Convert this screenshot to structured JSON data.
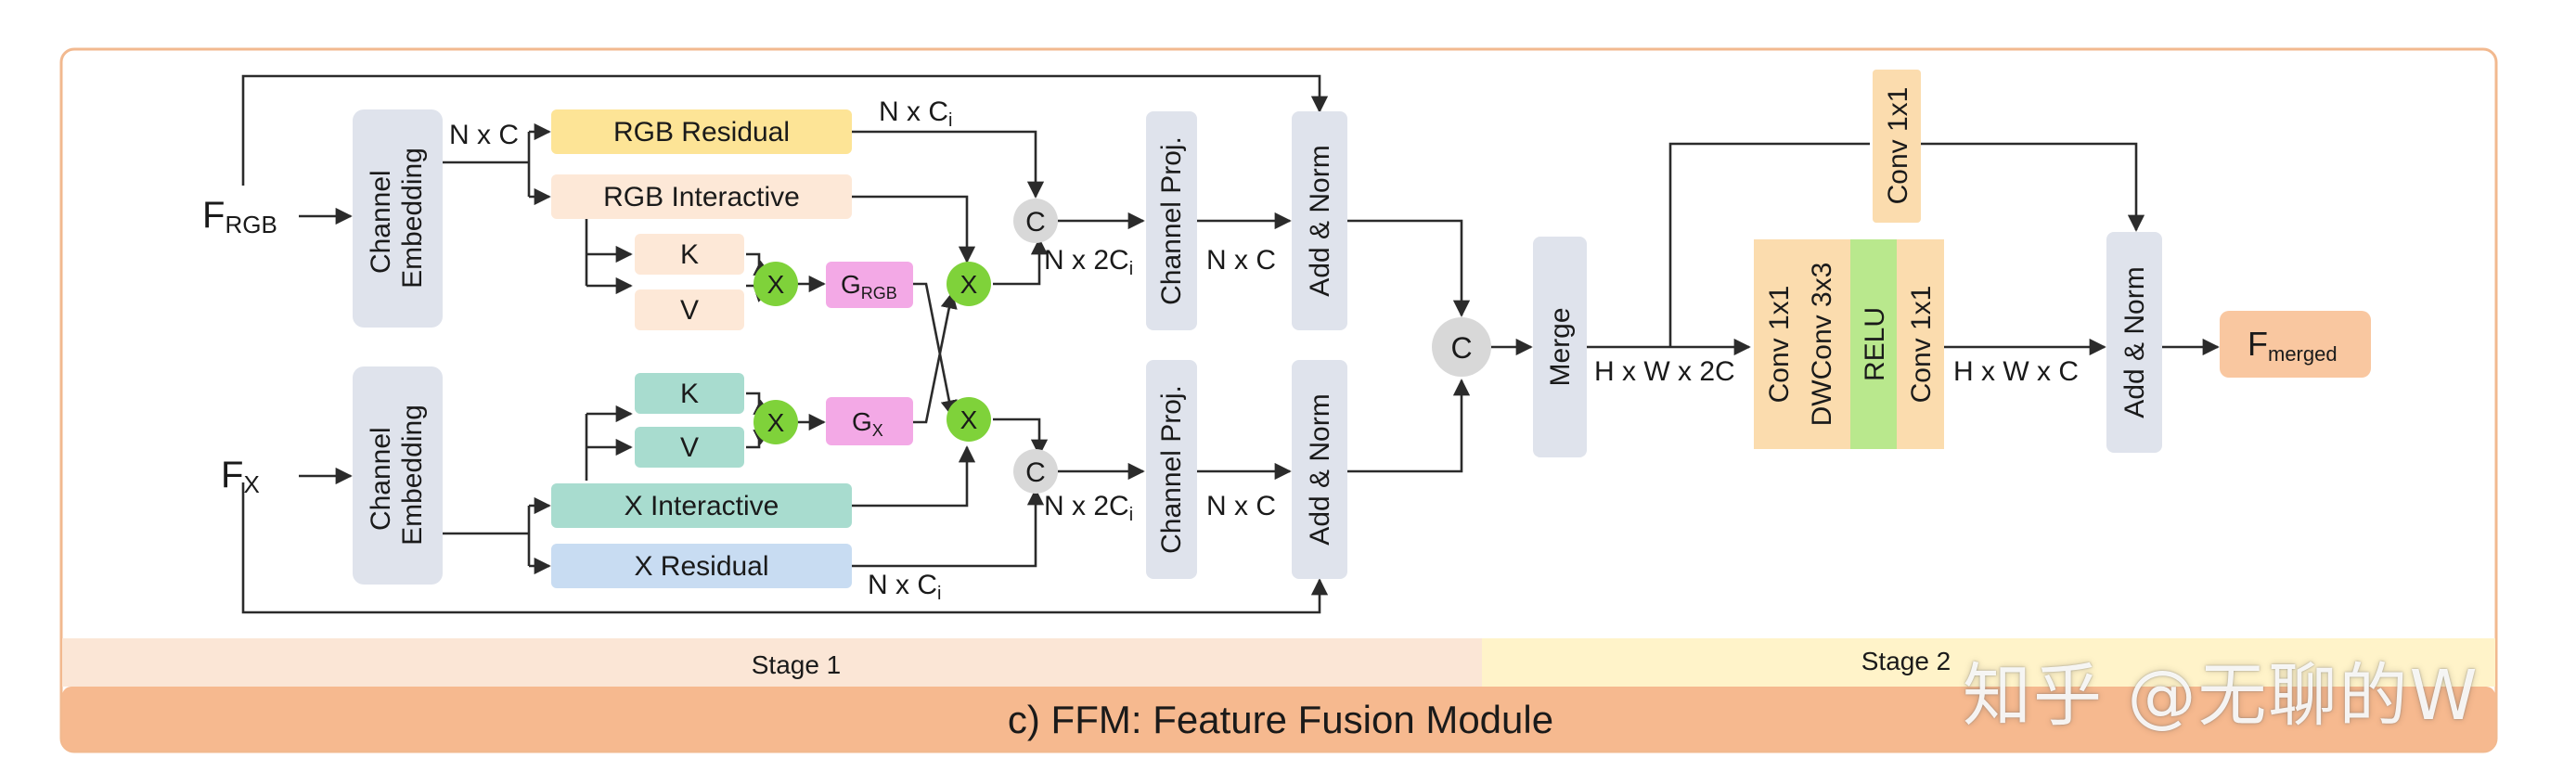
{
  "colors": {
    "frame_border": "#f2b98f",
    "stage1_band": "#fbe6d6",
    "stage2_band": "#fff3c9",
    "caption_band": "#f6b98f",
    "embed": "#dfe3ec",
    "rgb_residual": "#fde496",
    "rgb_interactive": "#fde8d7",
    "k_v_rgb": "#fde8d7",
    "k_v_x": "#a8dccf",
    "x_interactive": "#a8dccf",
    "x_residual": "#c8dcf2",
    "gate": "#f3a9e6",
    "mult": "#7fd23a",
    "concat": "#d8d8d8",
    "conv": "#fbdcae",
    "relu": "#b9e88d",
    "out": "#f9c7a0"
  },
  "inputs": {
    "rgb_main": "F",
    "rgb_sub": "RGB",
    "x_main": "F",
    "x_sub": "X"
  },
  "stage1": {
    "embed_rgb": [
      "Channel",
      "Embedding"
    ],
    "embed_x": [
      "Channel",
      "Embedding"
    ],
    "rgb_residual": "RGB Residual",
    "rgb_interactive": "RGB Interactive",
    "x_interactive": "X Interactive",
    "x_residual": "X Residual",
    "k": "K",
    "v": "V",
    "mult": "X",
    "concat": "C",
    "g_main": "G",
    "g_rgb_sub": "RGB",
    "g_x_sub": "X",
    "proj": "Channel Proj.",
    "add_norm": "Add & Norm",
    "label_nxc": "N x C",
    "label_nxci_main": "N x C",
    "label_nxci_sub": "i",
    "label_nx2ci_main": "N x 2C",
    "label_nx2ci_sub": "i"
  },
  "stage2": {
    "concat": "C",
    "merge": "Merge",
    "label_hxwx2c": "H x W x 2C",
    "conv_top": "Conv 1x1",
    "conv_a": "Conv 1x1",
    "dwconv": "DWConv 3x3",
    "relu": "RELU",
    "conv_b": "Conv 1x1",
    "label_hxwxc": "H x W x C",
    "add_norm": "Add & Norm",
    "out_main": "F",
    "out_sub": "merged"
  },
  "footer": {
    "stage1": "Stage 1",
    "stage2": "Stage 2",
    "caption": "c) FFM: Feature Fusion Module",
    "watermark": "知乎 @无聊的W"
  }
}
